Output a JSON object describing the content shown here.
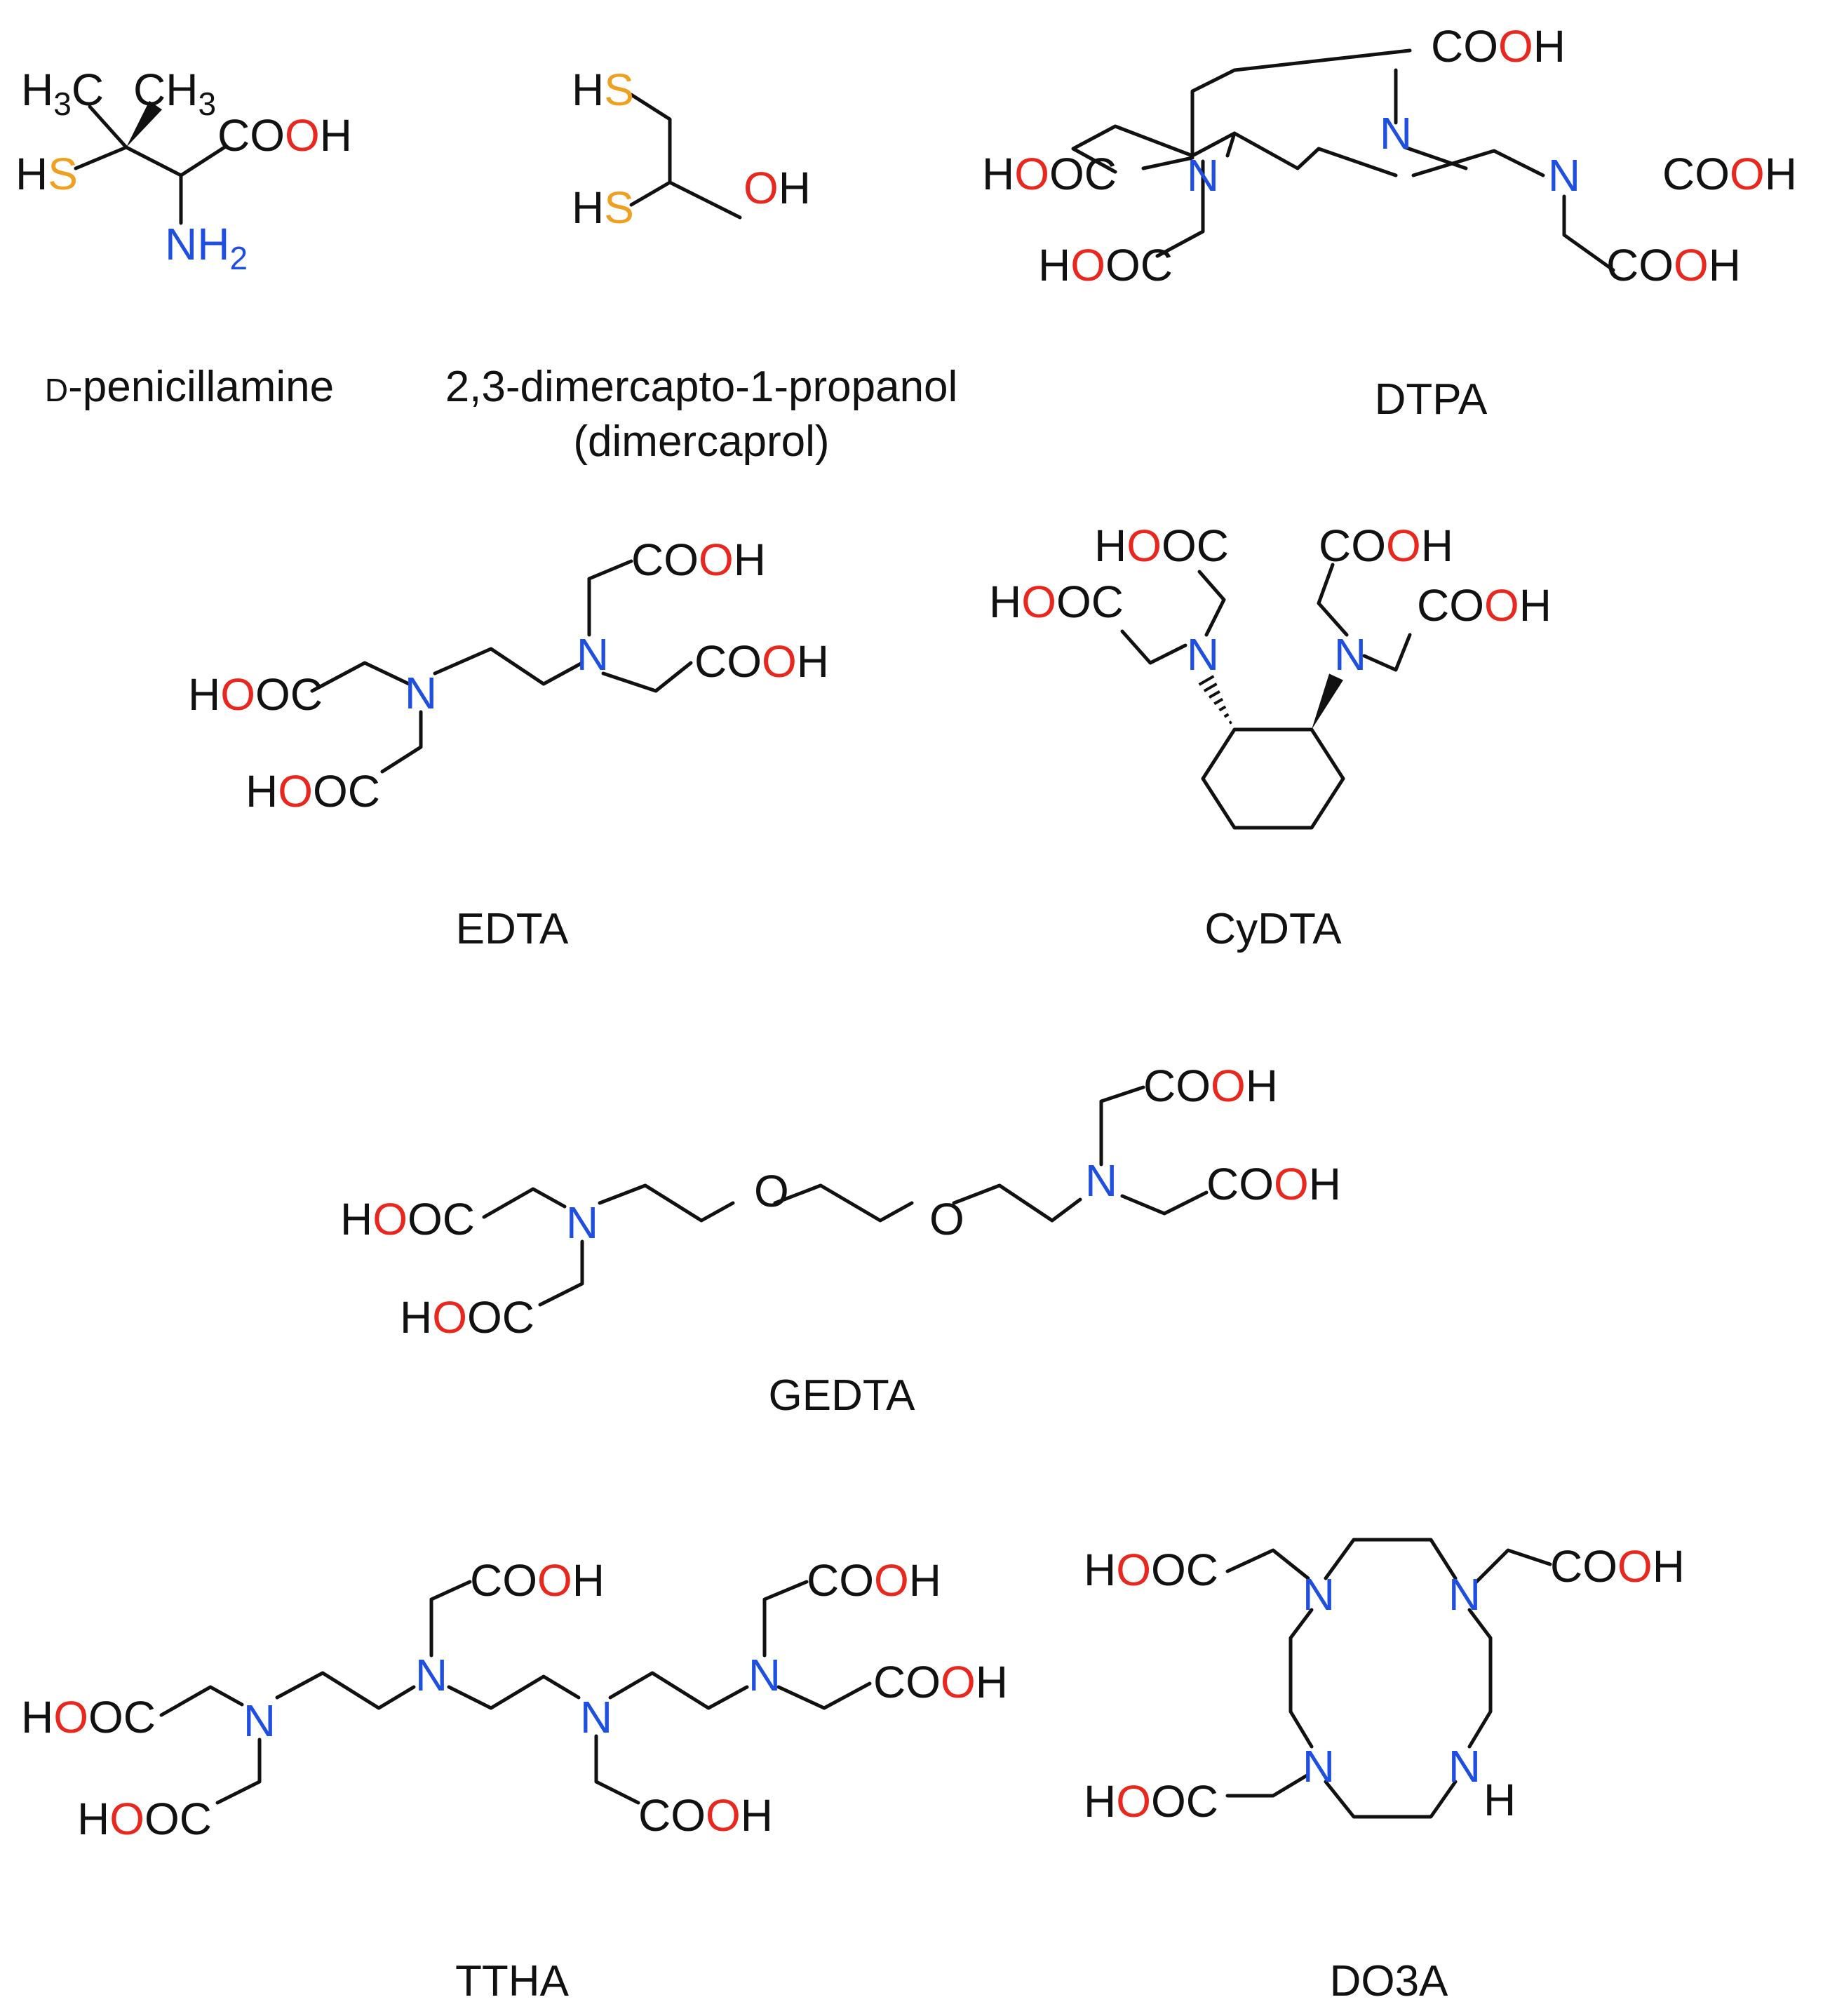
{
  "colors": {
    "bond": "#111111",
    "oxygen": "#e8281e",
    "nitrogen": "#1f4fe0",
    "sulfur": "#f0a020"
  },
  "compounds": [
    {
      "id": "penicillamine",
      "name": "D-penicillamine",
      "name_prefix": "D",
      "name_rest": "-penicillamine"
    },
    {
      "id": "dimercaprol",
      "name_line1": "2,3-dimercapto-1-propanol",
      "name_line2": "(dimercaprol)"
    },
    {
      "id": "dtpa",
      "name": "DTPA"
    },
    {
      "id": "edta",
      "name": "EDTA"
    },
    {
      "id": "cydta",
      "name": "CyDTA"
    },
    {
      "id": "gedta",
      "name": "GEDTA"
    },
    {
      "id": "ttha",
      "name": "TTHA"
    },
    {
      "id": "do3a",
      "name": "DO3A"
    }
  ],
  "atoms": {
    "N": "N",
    "O": "O",
    "H": "H",
    "S": "S",
    "C": "C",
    "CO": "CO",
    "NH": "NH",
    "two": "2",
    "three": "3"
  }
}
